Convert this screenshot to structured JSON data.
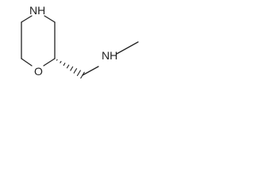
{
  "molecule": {
    "atoms": {
      "ring_nitrogen": "NH",
      "ring_oxygen": "O",
      "side_chain_nitrogen": "NH"
    },
    "stereo_bond": "hashed-wedge",
    "colors": {
      "bond": "#222222",
      "label": "#222222",
      "background": "#ffffff"
    }
  }
}
